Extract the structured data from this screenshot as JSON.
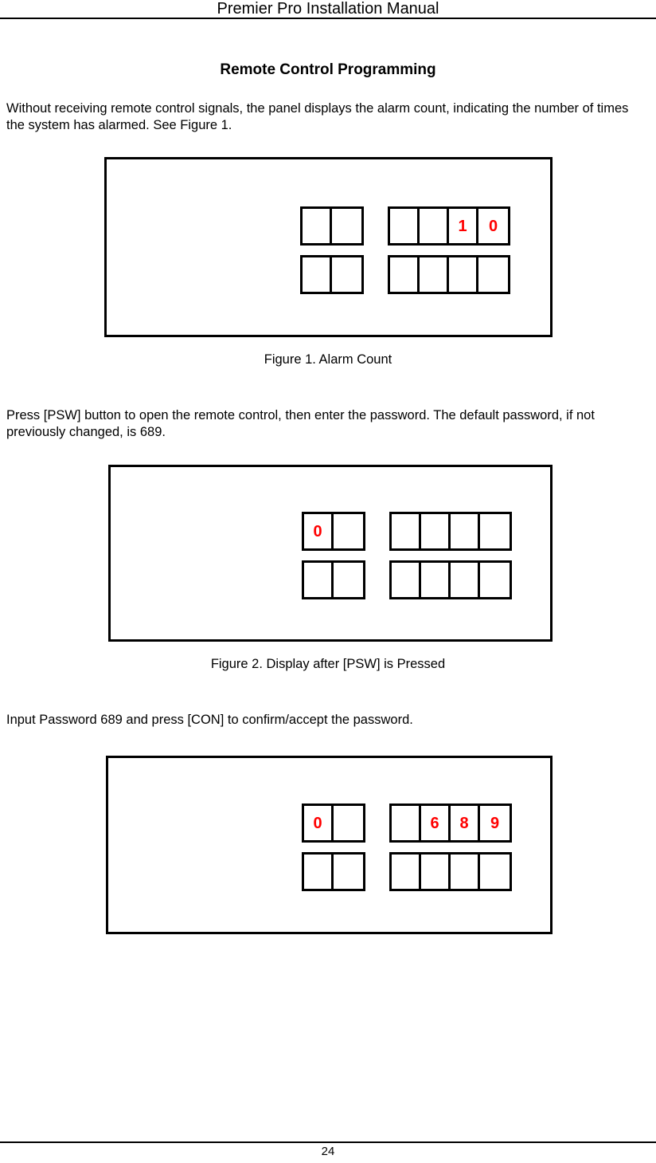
{
  "document": {
    "header_title": "Premier Pro Installation Manual",
    "page_number": "24",
    "accent_color": "#ff0000",
    "text_color": "#000000"
  },
  "section": {
    "title": "Remote Control Programming"
  },
  "paragraphs": {
    "p1": "Without receiving remote control signals, the panel displays the alarm count, indicating the number of times the system has alarmed. See Figure 1.",
    "p2": "Press [PSW] button to open the remote control, then enter the password. The default password, if not previously changed, is 689.",
    "p3": "Input Password 689 and press [CON] to confirm/accept the password."
  },
  "figures": [
    {
      "id": "figure-1",
      "caption": "Figure 1.  Alarm Count",
      "display": {
        "row1": {
          "left_group": [
            "",
            ""
          ],
          "right_group": [
            "",
            "",
            "1",
            "0"
          ]
        },
        "row2": {
          "left_group": [
            "",
            ""
          ],
          "right_group": [
            "",
            "",
            "",
            ""
          ]
        }
      }
    },
    {
      "id": "figure-2",
      "caption": "Figure 2.  Display after [PSW] is Pressed",
      "display": {
        "row1": {
          "left_group": [
            "0",
            ""
          ],
          "right_group": [
            "",
            "",
            "",
            ""
          ]
        },
        "row2": {
          "left_group": [
            "",
            ""
          ],
          "right_group": [
            "",
            "",
            "",
            ""
          ]
        }
      }
    },
    {
      "id": "figure-3",
      "caption": "",
      "display": {
        "row1": {
          "left_group": [
            "0",
            ""
          ],
          "right_group": [
            "",
            "6",
            "8",
            "9"
          ]
        },
        "row2": {
          "left_group": [
            "",
            ""
          ],
          "right_group": [
            "",
            "",
            "",
            ""
          ]
        }
      }
    }
  ]
}
